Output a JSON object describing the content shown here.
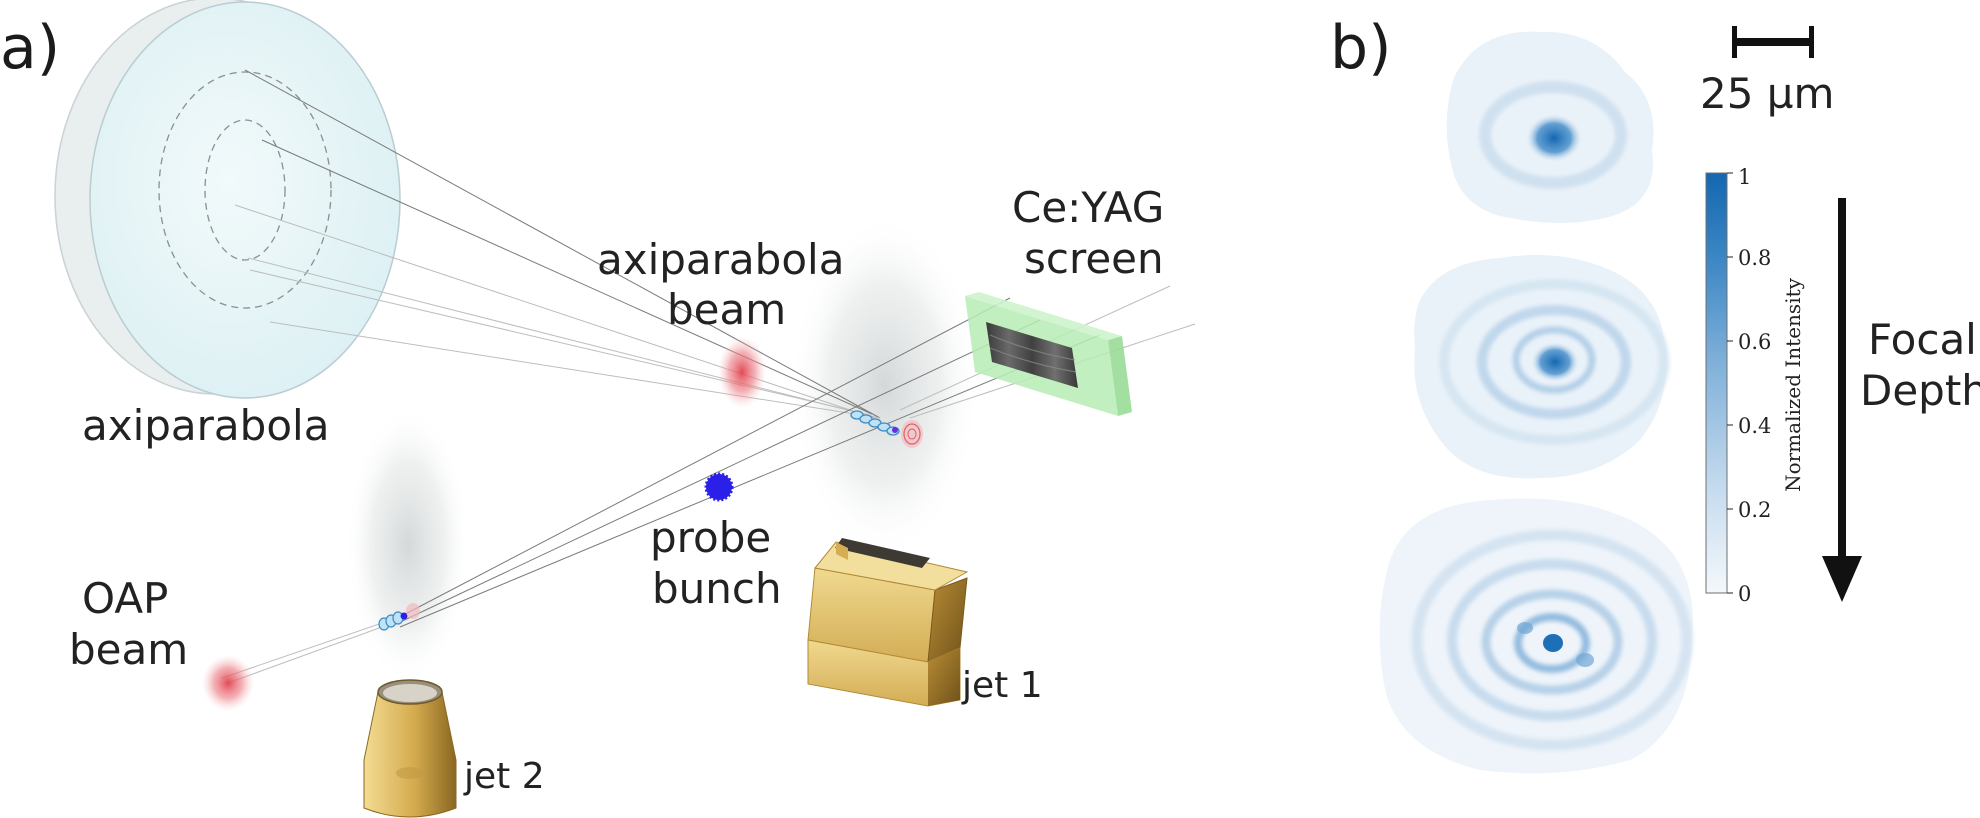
{
  "panel_a": {
    "label": "a)",
    "axiparabola_label": "axiparabola",
    "axiparabola_beam_line1": "axiparabola",
    "axiparabola_beam_line2": "beam",
    "ceyag_line1": "Ce:YAG",
    "ceyag_line2": "screen",
    "probe_line1": "probe",
    "probe_line2": "bunch",
    "oap_line1": "OAP",
    "oap_line2": "beam",
    "jet1_label": "jet 1",
    "jet2_label": "jet 2"
  },
  "panel_b": {
    "label": "b)",
    "scalebar_label": "25 µm",
    "focal_line1": "Focal",
    "focal_line2": "Depth",
    "colorbar": {
      "title": "Normalized Intensity",
      "ticks": [
        "1",
        "0.8",
        "0.6",
        "0.4",
        "0.2",
        "0"
      ],
      "color_max": "#1467b0",
      "color_min": "#f4f8fc"
    }
  },
  "colors": {
    "mirror_face": "#e3f3f6",
    "mirror_edge": "#d3dadd",
    "laser_red": "#e0424e",
    "probe_blue": "#2a20e8",
    "screen_green": "#b6ecb4",
    "jet_gold": "#d9b45a",
    "gas_gray": "#d9dcdc"
  }
}
